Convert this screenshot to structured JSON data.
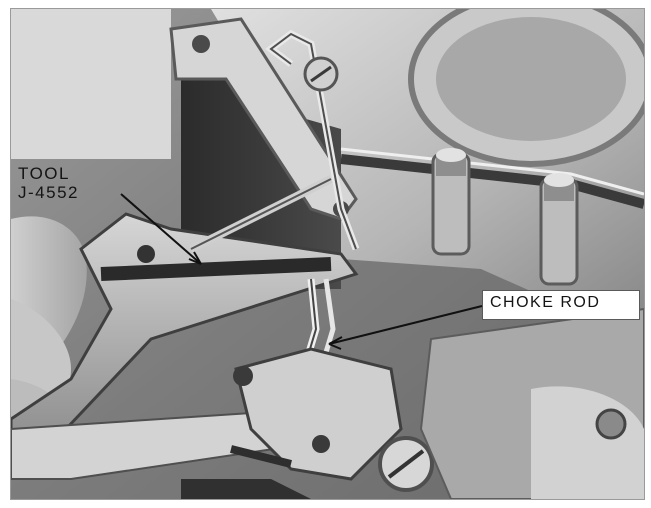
{
  "figure": {
    "callouts": {
      "tool": {
        "line1": "TOOL",
        "line2": "J-4552"
      },
      "choke_rod": {
        "label": "CHOKE ROD"
      }
    },
    "colors": {
      "background": "#ffffff",
      "photo_dark": "#2a2a2a",
      "photo_mid": "#8f8f8f",
      "photo_light": "#d8d8d8",
      "text": "#141414"
    }
  }
}
